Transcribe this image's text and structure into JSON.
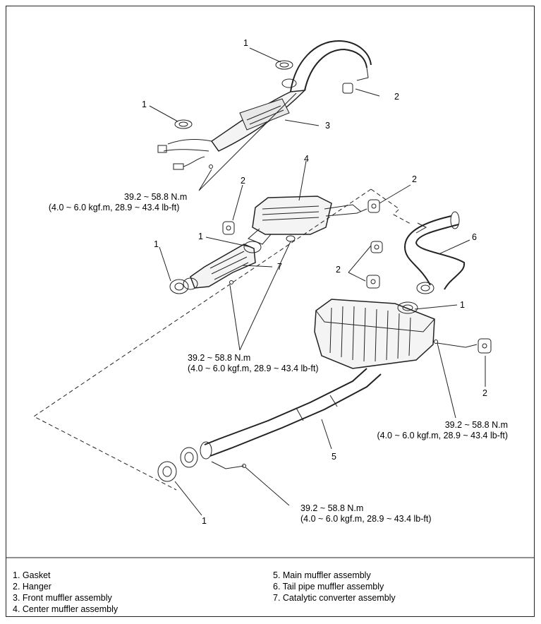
{
  "callout_numbers": {
    "a": "1",
    "b": "2",
    "c": "1",
    "d": "3",
    "e": "4",
    "f": "2",
    "g": "2",
    "h": "1",
    "i": "1",
    "j": "7",
    "k": "6",
    "l": "2",
    "m": "1",
    "n": "2",
    "o": "5",
    "p": "1"
  },
  "torque_specs": [
    {
      "nm": "39.2 ~ 58.8 N.m",
      "alt": "(4.0 ~ 6.0 kgf.m, 28.9 ~ 43.4 lb-ft)"
    },
    {
      "nm": "39.2 ~ 58.8 N.m",
      "alt": "(4.0 ~ 6.0 kgf.m, 28.9 ~ 43.4 lb-ft)"
    },
    {
      "nm": "39.2 ~ 58.8 N.m",
      "alt": "(4.0 ~ 6.0 kgf.m, 28.9 ~ 43.4 lb-ft)"
    },
    {
      "nm": "39.2 ~ 58.8 N.m",
      "alt": "(4.0 ~ 6.0 kgf.m, 28.9 ~ 43.4 lb-ft)"
    }
  ],
  "legend": {
    "left": [
      "1.  Gasket",
      "2.  Hanger",
      "3.  Front muffler assembly",
      "4.  Center muffler assembly"
    ],
    "right": [
      "5.  Main muffler assembly",
      "6.  Tail pipe muffler assembly",
      "7.  Catalytic converter assembly"
    ]
  }
}
